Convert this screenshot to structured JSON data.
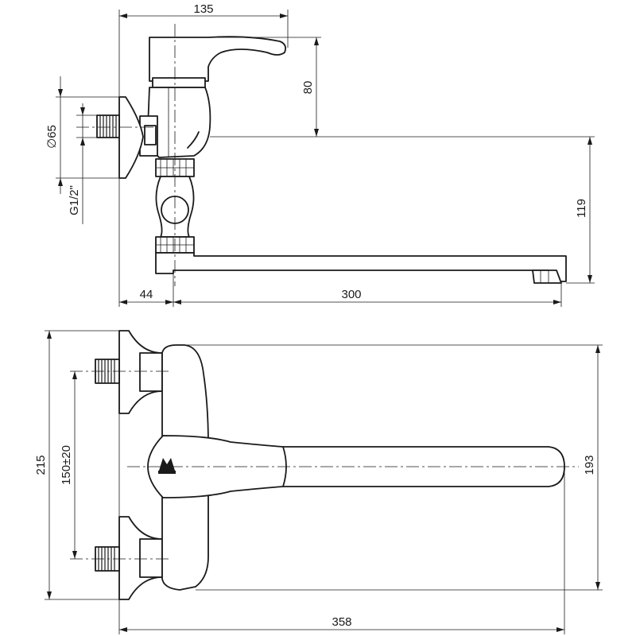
{
  "dimensions": {
    "top_width": "135",
    "handle_height": "80",
    "flange_diameter": "∅65",
    "thread": "G1/2\"",
    "spout_height": "119",
    "wall_offset": "44",
    "spout_reach": "300",
    "total_height": "215",
    "inlet_spacing": "150±20",
    "body_height": "193",
    "total_length": "358"
  }
}
